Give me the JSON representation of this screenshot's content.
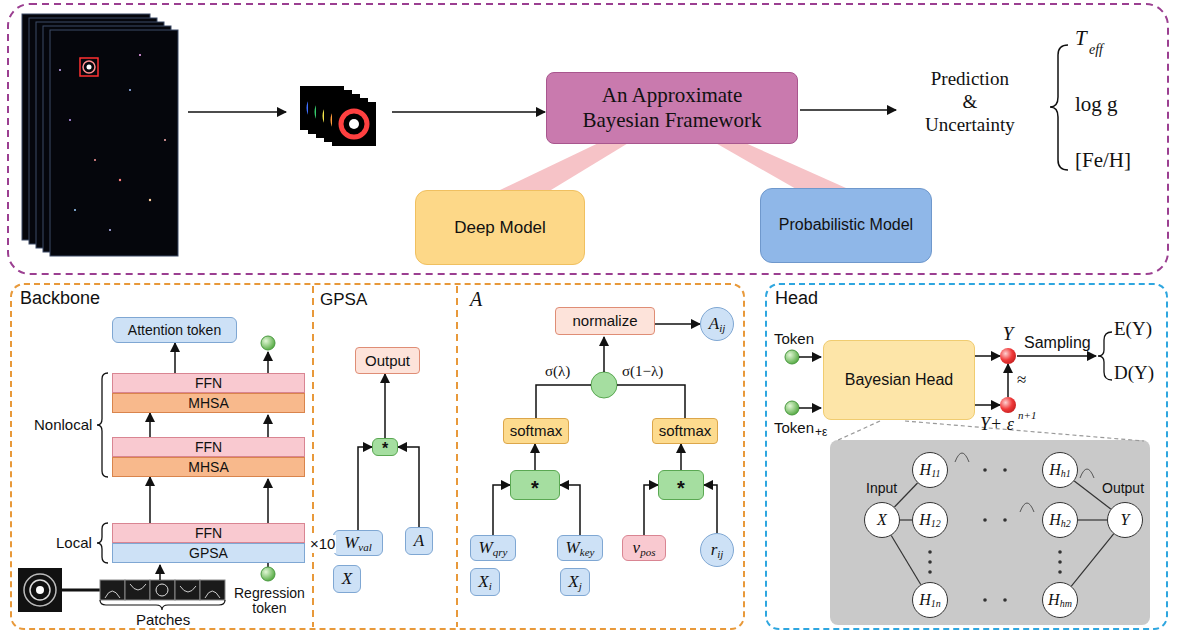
{
  "diagram": {
    "nodes": [
      {
        "text": [
          "An Approximate Bayesian Framework"
        ]
      },
      {
        "text": [
          "Deep Model"
        ]
      },
      {
        "text": [
          "Probabilistic Model"
        ]
      },
      {
        "text": [
          "Backbone"
        ]
      },
      {
        "text": [
          "Attention token"
        ],
        "in": 3
      },
      {
        "text": [
          "FFN"
        ],
        "in": 3
      },
      {
        "text": [
          "MHSA"
        ],
        "in": 3
      },
      {
        "text": [
          "FFN"
        ],
        "in": 3
      },
      {
        "text": [
          "MHSA"
        ],
        "in": 3
      },
      {
        "text": [
          "FFN"
        ],
        "in": 3
      },
      {
        "text": [
          "GPSA"
        ],
        "in": 3
      },
      {
        "text": [
          "Output"
        ],
        "in": 3
      },
      {
        "text": [
          "*"
        ],
        "in": 3
      },
      {
        "text": [
          "W",
          "val"
        ],
        "in": 3
      },
      {
        "text": [
          "A"
        ],
        "in": 3
      },
      {
        "text": [
          "X"
        ],
        "in": 3
      },
      {
        "text": [
          "normalize"
        ],
        "in": 3
      },
      {
        "text": [
          "A",
          "ij"
        ],
        "in": 3
      },
      {
        "text": [
          "softmax"
        ],
        "in": 3
      },
      {
        "text": [
          "softmax"
        ],
        "in": 3
      },
      {
        "text": [
          "*"
        ],
        "in": 3
      },
      {
        "text": [
          "*"
        ],
        "in": 3
      },
      {
        "text": [
          "W",
          "qry"
        ],
        "in": 3
      },
      {
        "text": [
          "W",
          "key"
        ],
        "in": 3
      },
      {
        "text": [
          "X",
          "i"
        ],
        "in": 3
      },
      {
        "text": [
          "X",
          "j"
        ],
        "in": 3
      },
      {
        "text": [
          "v",
          "pos"
        ],
        "in": 3
      },
      {
        "text": [
          "r",
          "ij"
        ],
        "in": 3
      },
      {
        "text": [
          "Head"
        ]
      },
      {
        "text": [
          "Bayesian Head"
        ],
        "in": 28
      },
      {
        "text": [
          "Y"
        ],
        "in": 28
      },
      {
        "text": [
          "Y+ ε",
          "n+1"
        ],
        "in": 28
      },
      {
        "text": [
          "X"
        ],
        "in": 28
      },
      {
        "text": [
          "H",
          "11"
        ],
        "in": 28
      },
      {
        "text": [
          "H",
          "12"
        ],
        "in": 28
      },
      {
        "text": [
          "H",
          "1n"
        ],
        "in": 28
      },
      {
        "text": [
          "H",
          "h1"
        ],
        "in": 28
      },
      {
        "text": [
          "H",
          "h2"
        ],
        "in": 28
      },
      {
        "text": [
          "H",
          "hm"
        ],
        "in": 28
      },
      {
        "text": [
          "Y"
        ],
        "in": 28
      }
    ],
    "edges": [
      {
        "from": 0,
        "to": 1,
        "arrow": "none"
      },
      {
        "from": 0,
        "to": 2,
        "arrow": "none"
      },
      {
        "from": 9,
        "to": 8,
        "arrow": "to"
      },
      {
        "from": 7,
        "to": 6,
        "arrow": "to"
      },
      {
        "from": 5,
        "to": 4,
        "arrow": "to"
      },
      {
        "from": 13,
        "to": 12,
        "arrow": "to"
      },
      {
        "from": 14,
        "to": 12,
        "arrow": "to"
      },
      {
        "from": 12,
        "to": 11,
        "arrow": "to"
      },
      {
        "from": 16,
        "to": 17,
        "arrow": "to"
      },
      {
        "from": 22,
        "to": 20,
        "arrow": "to"
      },
      {
        "from": 23,
        "to": 20,
        "arrow": "to"
      },
      {
        "from": 26,
        "to": 21,
        "arrow": "to"
      },
      {
        "from": 27,
        "to": 21,
        "arrow": "to"
      },
      {
        "from": 20,
        "to": 18,
        "arrow": "to"
      },
      {
        "from": 21,
        "to": 19,
        "arrow": "to"
      },
      {
        "from": 29,
        "to": 30,
        "arrow": "to"
      },
      {
        "from": 29,
        "to": 31,
        "arrow": "to"
      },
      {
        "from": 31,
        "to": 30,
        "arrow": "to",
        "label": "≈"
      },
      {
        "from": 32,
        "to": 33,
        "arrow": "none"
      },
      {
        "from": 32,
        "to": 34,
        "arrow": "none"
      },
      {
        "from": 32,
        "to": 35,
        "arrow": "none"
      },
      {
        "from": 36,
        "to": 39,
        "arrow": "none"
      },
      {
        "from": 37,
        "to": 39,
        "arrow": "none"
      },
      {
        "from": 38,
        "to": 39,
        "arrow": "none"
      }
    ],
    "labels": [
      "Prediction & Uncertainty",
      "T",
      "eff",
      "log g",
      "[Fe/H]",
      "Nonlocal",
      "Local",
      "×10",
      "Patches",
      "Regression token",
      "GPSA",
      "A",
      "σ(λ)",
      "σ(1−λ)",
      "Token",
      "Token",
      "+ε",
      "Sampling",
      "E(Y)",
      "D(Y)",
      "Input",
      "Output"
    ]
  }
}
